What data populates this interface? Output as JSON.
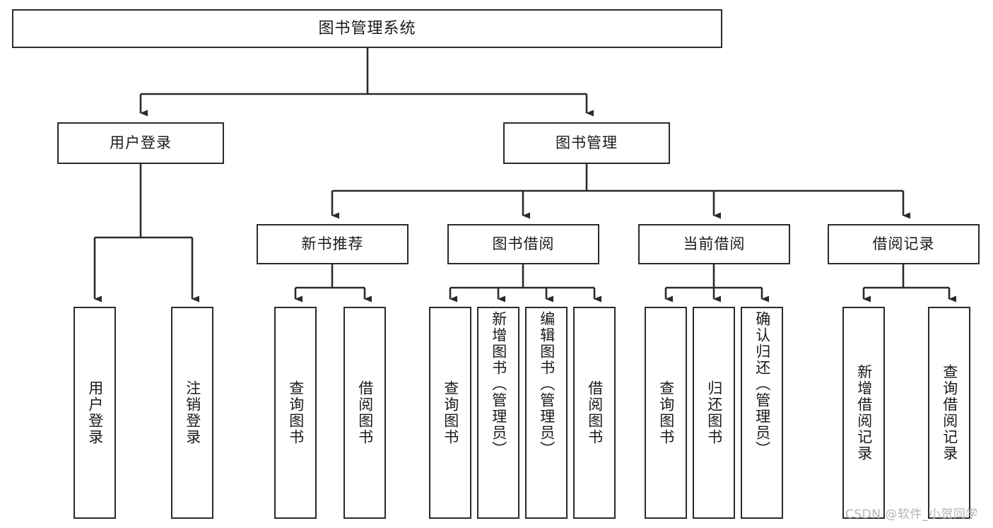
{
  "diagram": {
    "title": "图书管理系统",
    "type": "tree-hierarchy-chart",
    "watermark": "CSDN @软件_小贺同学",
    "colors": {
      "stroke": "#2b2b2b",
      "fill": "#ffffff",
      "text": "#1a1a1a",
      "watermark": "#b4b4b4"
    },
    "nodes": {
      "root": {
        "label": "图书管理系统"
      },
      "level1": [
        {
          "label": "用户登录"
        },
        {
          "label": "图书管理"
        }
      ],
      "level2": [
        {
          "label": "新书推荐"
        },
        {
          "label": "图书借阅"
        },
        {
          "label": "当前借阅"
        },
        {
          "label": "借阅记录"
        }
      ],
      "leaves": {
        "user_login": [
          {
            "label": "用户登录"
          },
          {
            "label": "注销登录"
          }
        ],
        "new_book_recommend": [
          {
            "label": "查询图书"
          },
          {
            "label": "借阅图书"
          }
        ],
        "book_borrow": [
          {
            "label": "查询图书"
          },
          {
            "label": "新增图书（管理员）"
          },
          {
            "label": "编辑图书（管理员）"
          },
          {
            "label": "借阅图书"
          }
        ],
        "current_borrow": [
          {
            "label": "查询图书"
          },
          {
            "label": "归还图书"
          },
          {
            "label": "确认归还（管理员）"
          }
        ],
        "borrow_record": [
          {
            "label": "新增借阅记录"
          },
          {
            "label": "查询借阅记录"
          }
        ]
      }
    }
  }
}
